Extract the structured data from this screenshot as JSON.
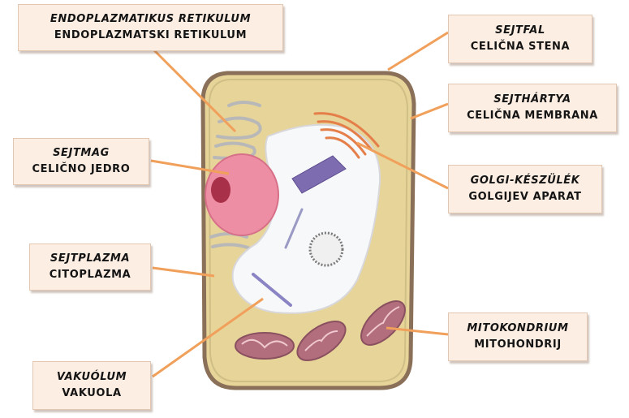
{
  "labels": [
    {
      "id": "er",
      "hu": "ENDOPLAZMATIKUS RETIKULUM",
      "sl": "ENDOPLAZMATSKI RETIKULUM"
    },
    {
      "id": "cell-wall",
      "hu": "SEJTFAL",
      "sl": "CELIČNA STENA"
    },
    {
      "id": "cell-membrane",
      "hu": "SEJTHÁRTYA",
      "sl": "CELIČNA MEMBRANA"
    },
    {
      "id": "nucleus",
      "hu": "SEJTMAG",
      "sl": "CELIČNO JEDRO"
    },
    {
      "id": "golgi",
      "hu": "GOLGI-KÉSZÜLÉK",
      "sl": "GOLGIJEV APARAT"
    },
    {
      "id": "cytoplasm",
      "hu": "SEJTPLAZMA",
      "sl": "CITOPLAZMA"
    },
    {
      "id": "mitochondrion",
      "hu": "MITOKONDRIUM",
      "sl": "MITOHONDRIJ"
    },
    {
      "id": "vacuole",
      "hu": "VAKUÓLUM",
      "sl": "VAKUOLA"
    }
  ],
  "colors": {
    "cell_wall": "#8a7058",
    "cytoplasm": "#e7d499",
    "vacuole": "#f7f8fa",
    "nucleus": "#ee8ea4",
    "nucleolus": "#a83048",
    "er": "#b8b8b8",
    "golgi": "#e57f4a",
    "mitochondrion": "#b26e7c",
    "label_bg": "#fdeee3",
    "pointer": "#f0a05a"
  }
}
